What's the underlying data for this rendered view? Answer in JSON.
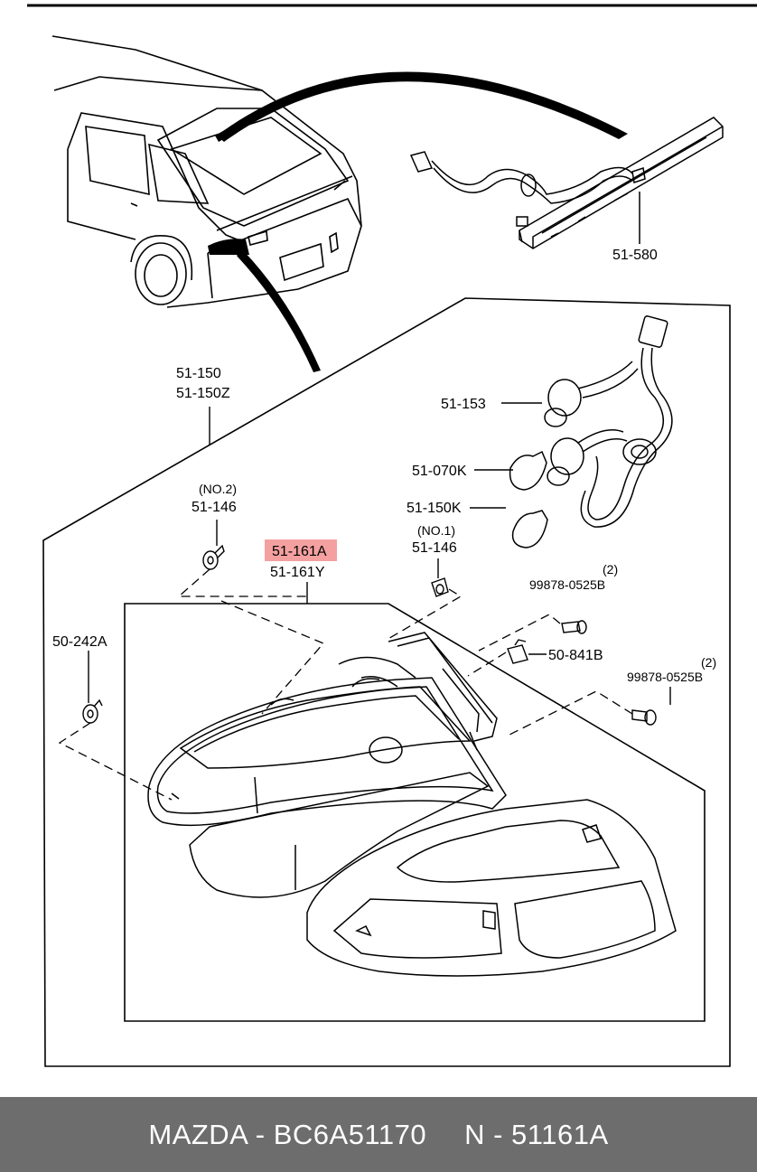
{
  "parts": {
    "p51580": "51-580",
    "p51150": "51-150",
    "p51150z": "51-150Z",
    "p51153": "51-153",
    "p51070k": "51-070K",
    "p51150k": "51-150K",
    "no2": "(NO.2)",
    "p51146_left": "51-146",
    "p51161a": "51-161A",
    "p51161y": "51-161Y",
    "no1": "(NO.1)",
    "p51146_right": "51-146",
    "qty_upper": "(2)",
    "p99878_upper": "99878-0525B",
    "p50841b": "50-841B",
    "qty_lower": "(2)",
    "p99878_lower": "99878-0525B",
    "p50242a": "50-242A"
  },
  "highlight_color": "#f4a0a0",
  "footer": {
    "brand_part": "MAZDA - BC6A51170",
    "number": "N - 51161A"
  }
}
